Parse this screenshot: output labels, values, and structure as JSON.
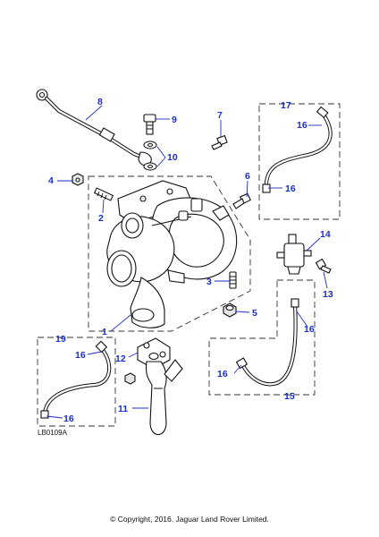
{
  "diagram": {
    "callouts": {
      "c1": "1",
      "c2": "2",
      "c3": "3",
      "c4": "4",
      "c5": "5",
      "c6": "6",
      "c7": "7",
      "c8": "8",
      "c9": "9",
      "c10": "10",
      "c11": "11",
      "c12": "12",
      "c13": "13",
      "c14": "14",
      "c15": "15",
      "c16a": "16",
      "c16b": "16",
      "c16c": "16",
      "c16d": "16",
      "c16e": "16",
      "c16f": "16",
      "c17": "17",
      "c19": "19"
    },
    "reference_code": "LB0109A",
    "copyright": "© Copyright, 2016. Jaguar Land Rover Limited.",
    "callout_color": "#1a2ecc"
  }
}
